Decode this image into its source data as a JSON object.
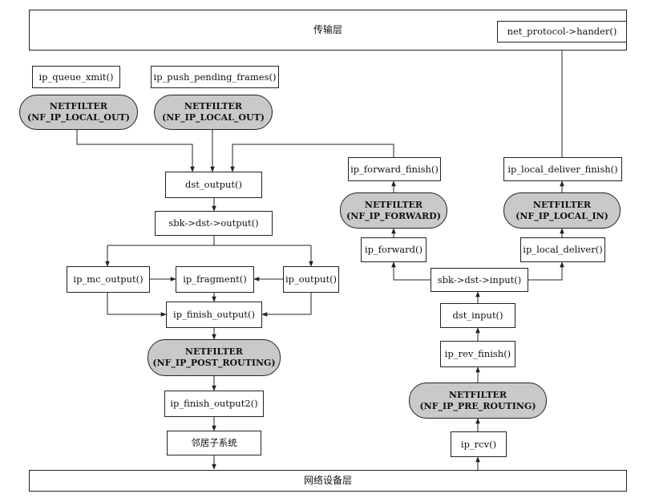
{
  "layers": {
    "transport": "传输层",
    "network_device": "网络设备层"
  },
  "nodes": {
    "net_protocol_handler": "net_protocol->hander()",
    "ip_queue_xmit": "ip_queue_xmit()",
    "ip_push_pending_frames": "ip_push_pending_frames()",
    "dst_output": "dst_output()",
    "sbk_dst_output": "sbk->dst->output()",
    "ip_mc_output": "ip_mc_output()",
    "ip_fragment": "ip_fragment()",
    "ip_output": "ip_output()",
    "ip_finish_output": "ip_finish_output()",
    "ip_finish_output2": "ip_finish_output2()",
    "neighbor_subsystem": "邻居子系统",
    "ip_forward_finish": "ip_forward_finish()",
    "ip_forward": "ip_forward()",
    "ip_local_deliver_finish": "ip_local_deliver_finish()",
    "ip_local_deliver": "ip_local_deliver()",
    "sbk_dst_input": "sbk->dst->input()",
    "dst_input": "dst_input()",
    "ip_rev_finish": "ip_rev_finish()",
    "ip_rcv": "ip_rcv()"
  },
  "netfilter": {
    "title": "NETFILTER",
    "local_out_1": "(NF_IP_LOCAL_OUT)",
    "local_out_2": "(NF_IP_LOCAL_OUT)",
    "forward": "(NF_IP_FORWARD)",
    "local_in": "(NF_IP_LOCAL_IN)",
    "post_routing": "(NF_IP_POST_ROUTING)",
    "pre_routing": "(NF_IP_PRE_ROUTING)"
  }
}
